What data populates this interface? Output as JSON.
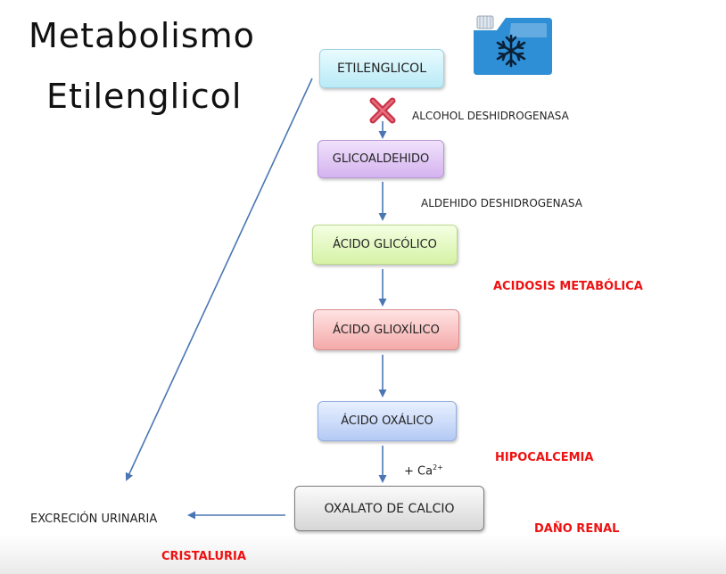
{
  "title": {
    "line1": "Metabolismo",
    "line2": "Etilenglicol"
  },
  "pathway": {
    "etilenglicol": "ETILENGLICOL",
    "glicoaldehido": "GLICOALDEHIDO",
    "acido_glicolico": "ÁCIDO GLICÓLICO",
    "acido_glioxilico": "ÁCIDO GLIOXÍLICO",
    "acido_oxalico": "ÁCIDO OXÁLICO",
    "oxalato_calcio": "OXALATO DE CALCIO"
  },
  "enzymes": {
    "alcohol": "ALCOHOL DESHIDROGENASA",
    "aldehido": "ALDEHIDO DESHIDROGENASA"
  },
  "calcium": {
    "prefix": "+ Ca",
    "charge": "2+"
  },
  "excretion": "EXCRECIÓN URINARIA",
  "effects": {
    "acidosis": "ACIDOSIS METABÓLICA",
    "hipocalcemia": "HIPOCALCEMIA",
    "dano_renal": "DAÑO RENAL",
    "cristaluria": "CRISTALURIA"
  },
  "colors": {
    "arrow": "#4a76b3",
    "effect_text": "#ee1111",
    "icon_blue": "#2f8fd6",
    "block_x": "#c9364a"
  },
  "icons": {
    "antifreeze": "antifreeze-container-icon",
    "block": "inhibition-x-icon"
  }
}
